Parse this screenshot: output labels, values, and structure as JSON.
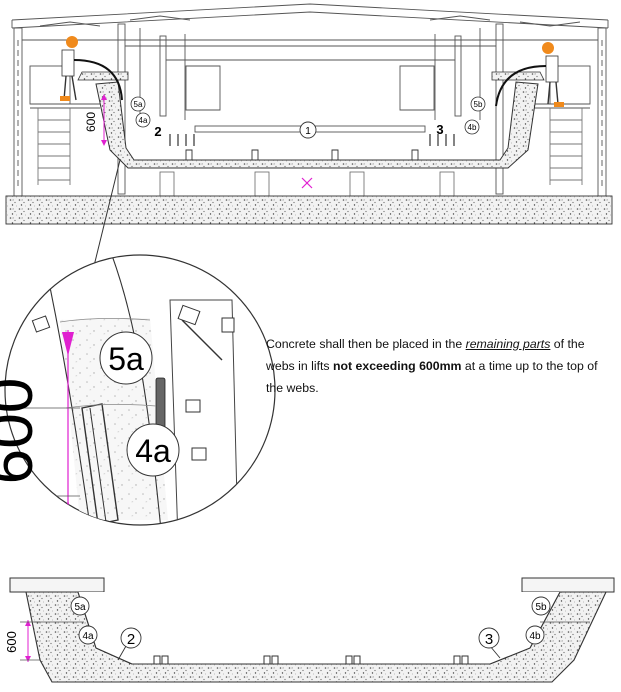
{
  "instruction": {
    "part1": "Concrete shall then be placed in the ",
    "emphasis": "remaining parts",
    "part2": " of the webs in lifts ",
    "strong": "not exceeding 600mm",
    "part3": " at a time up to the top of the webs."
  },
  "labels": {
    "one": "1",
    "two": "2",
    "three": "3",
    "five_a": "5a",
    "four_a": "4a",
    "five_b": "5b",
    "four_b": "4b",
    "dim_600": "600"
  },
  "colors": {
    "dimension": "#e020d0",
    "safety_orange": "#f08a1c",
    "line": "#333333",
    "concrete_fill": "#ececec"
  }
}
